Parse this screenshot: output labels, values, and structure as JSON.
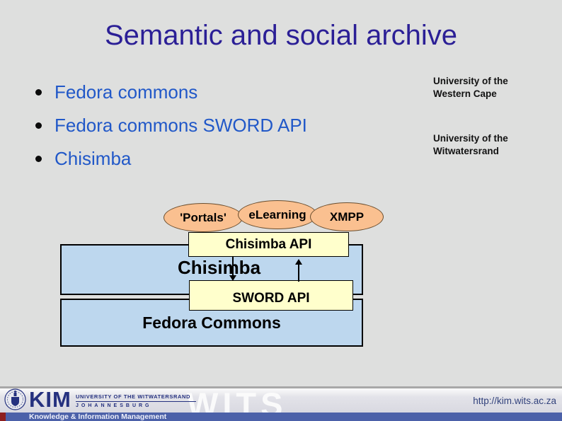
{
  "slide": {
    "title": "Semantic and social archive",
    "bullets": [
      "Fedora commons",
      "Fedora commons SWORD API",
      "Chisimba"
    ],
    "side_notes": [
      "University of the Western Cape",
      "University of the Witwatersrand"
    ]
  },
  "diagram": {
    "ellipses": [
      {
        "label": "'Portals'"
      },
      {
        "label": "eLearning"
      },
      {
        "label": "XMPP"
      }
    ],
    "boxes": {
      "chisimba_api": "Chisimba API",
      "chisimba": "Chisimba",
      "sword_api": "SWORD API",
      "fedora_commons": "Fedora Commons"
    },
    "colors": {
      "ellipse_fill": "#fac090",
      "api_box_fill": "#ffffcc",
      "platform_box_fill": "#bdd7ee",
      "title_text": "#2b1f96",
      "bullet_text": "#2158c8"
    }
  },
  "footer": {
    "logo_text": "KIM",
    "university_line1": "UNIVERSITY OF THE WITWATERSRAND",
    "university_line2": "JOHANNESBURG",
    "watermark": "WITS",
    "tagline": "Knowledge & Information Management",
    "url": "http://kim.wits.ac.za",
    "strip_color": "#4c61a9"
  }
}
